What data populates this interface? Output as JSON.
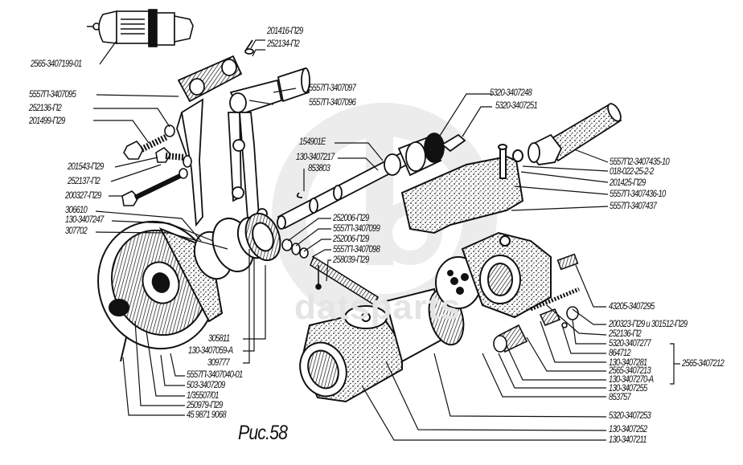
{
  "figure": {
    "caption": "Рис.58",
    "watermark": "datsparts",
    "colors": {
      "ink": "#111111",
      "paper": "#ffffff",
      "watermark": "#e4e4e4"
    }
  },
  "labels": {
    "starter_unit": "2565-3407199-01",
    "bolt_top": "201416-П29",
    "washer_top": "252134-П2",
    "pin_top": "5557П-3407097",
    "lever_bracket": "5557П-3407095",
    "lever_bracket_2": "5557П-3407096",
    "washer_left_1": "252136-П2",
    "bolt_left_1": "201499-П29",
    "bolt_left_2": "201543-П29",
    "washer_left_2": "252137-П2",
    "bolt_left_3": "200327-П29",
    "bearing_1": "306610",
    "ring_1": "130-3407247",
    "bearing_2": "307702",
    "gear_5320_248": "5320-3407248",
    "gear_5320_251": "5320-3407251",
    "bearing_154901": "154901Е",
    "shaft_217": "130-3407217",
    "key_853803": "853803",
    "filter_435": "5557П2-3407435-10",
    "oring_018": "018-022-25-2-2",
    "bolt_201425": "201425-П29",
    "housing_436": "5557П-3407436-10",
    "housing_437": "5557П-3407437",
    "washer_252006_a": "252006-П29",
    "part_099": "5557П-3407099",
    "washer_252006_b": "252006-П29",
    "part_098": "5557П-3407098",
    "pin_258039": "258039-П29",
    "plug_43205": "43205-3407295",
    "bolt_pair": "200323-П29 и 301512-П29",
    "washer_252136": "252136-П2",
    "valve_277": "5320-3407277",
    "ball_864712": "864712",
    "spring_281": "130-3407281",
    "part_2565_213": "2565-3407213",
    "part_270a": "130-3407270-А",
    "group_2565_212": "2565-3407212",
    "part_255": "130-3407255",
    "part_853757": "853757",
    "bearing_305811": "305811",
    "part_059a": "130-3407059-А",
    "bearing_309777": "309777",
    "part_040_01": "5557П-3407040-01",
    "part_503_209": "503-3407209",
    "part_1_35507": "1/35507/01",
    "pin_250979": "250979-П29",
    "part_45_9871": "45 9871 9068",
    "part_253": "5320-3407253",
    "part_252": "130-3407252",
    "part_211": "130-3407211"
  }
}
